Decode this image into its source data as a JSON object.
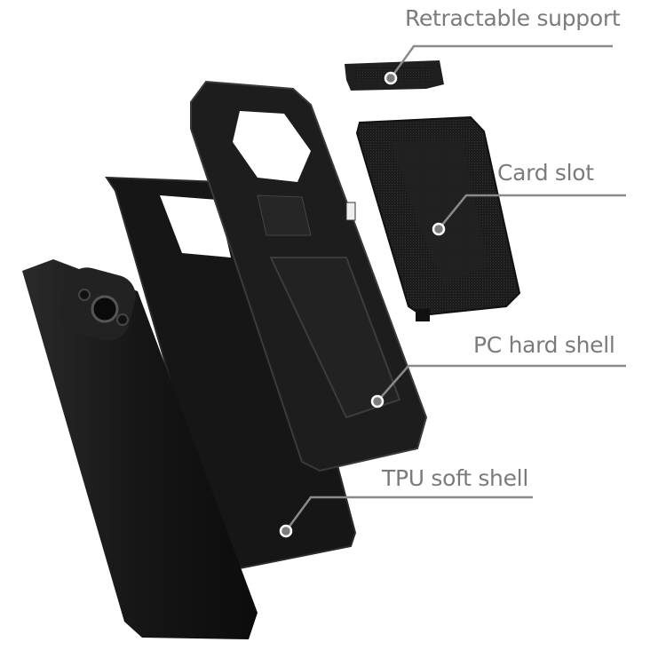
{
  "colors": {
    "label_text": "#7b7b7b",
    "leader_line": "#8a8a8a",
    "part_body": "#1a1a1a"
  },
  "callouts": [
    {
      "label": "Retractable support"
    },
    {
      "label": "Card slot"
    },
    {
      "label": "PC hard shell"
    },
    {
      "label": "TPU soft shell"
    }
  ]
}
